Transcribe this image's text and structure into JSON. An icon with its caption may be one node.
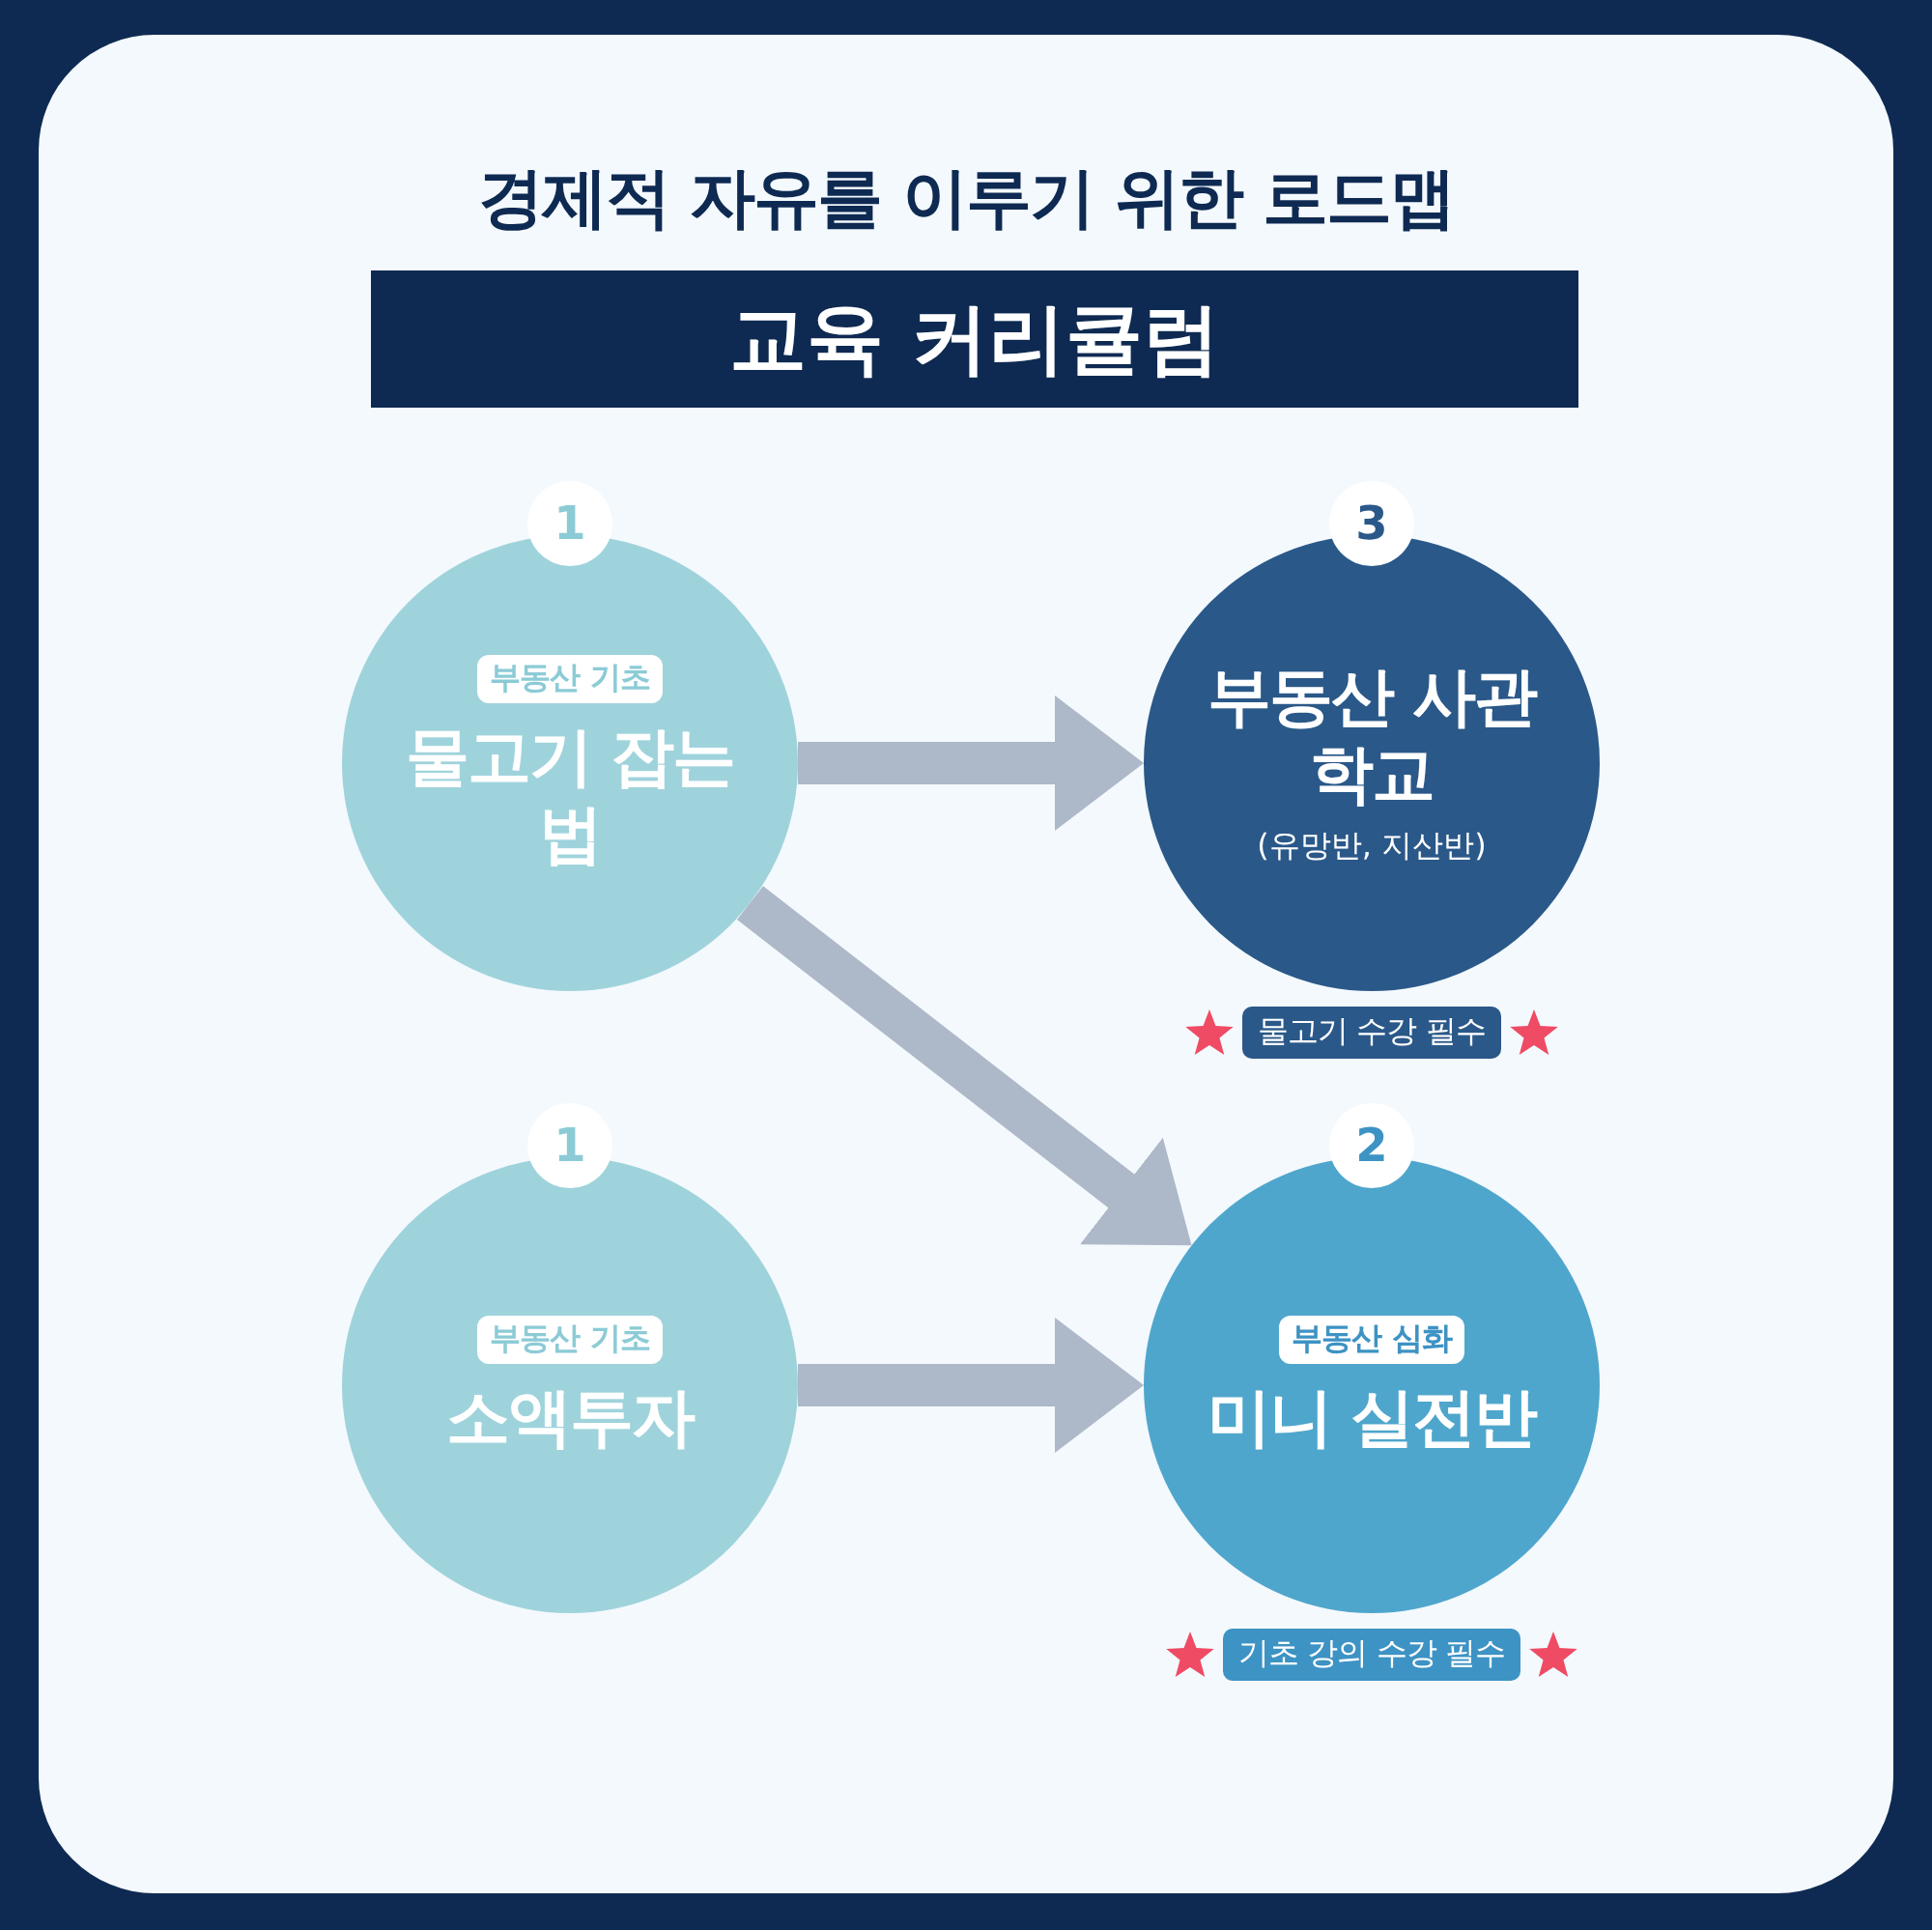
{
  "diagram": {
    "title": "경제적 자유를 이루기 위한 로드맵",
    "nodes": [
      {
        "text": [
          "부동산 기초",
          "물고기 잡는법"
        ],
        "beside": [
          "1"
        ]
      },
      {
        "text": [
          "부동산 사관학교",
          "(유망반, 지산반)"
        ],
        "beside": [
          "3",
          "물고기 수강 필수"
        ]
      },
      {
        "text": [
          "부동산 기초",
          "소액투자"
        ],
        "beside": [
          "1"
        ]
      },
      {
        "text": [
          "부동산 심화",
          "미니 실전반"
        ],
        "beside": [
          "2",
          "기초 강의 수강 필수"
        ]
      }
    ],
    "edges": [
      {
        "from": 0,
        "to": 1,
        "arrow": "to"
      },
      {
        "from": 0,
        "to": 3,
        "arrow": "to"
      },
      {
        "from": 2,
        "to": 3,
        "arrow": "to"
      }
    ],
    "labels": [
      "교육 커리큘럼"
    ]
  }
}
